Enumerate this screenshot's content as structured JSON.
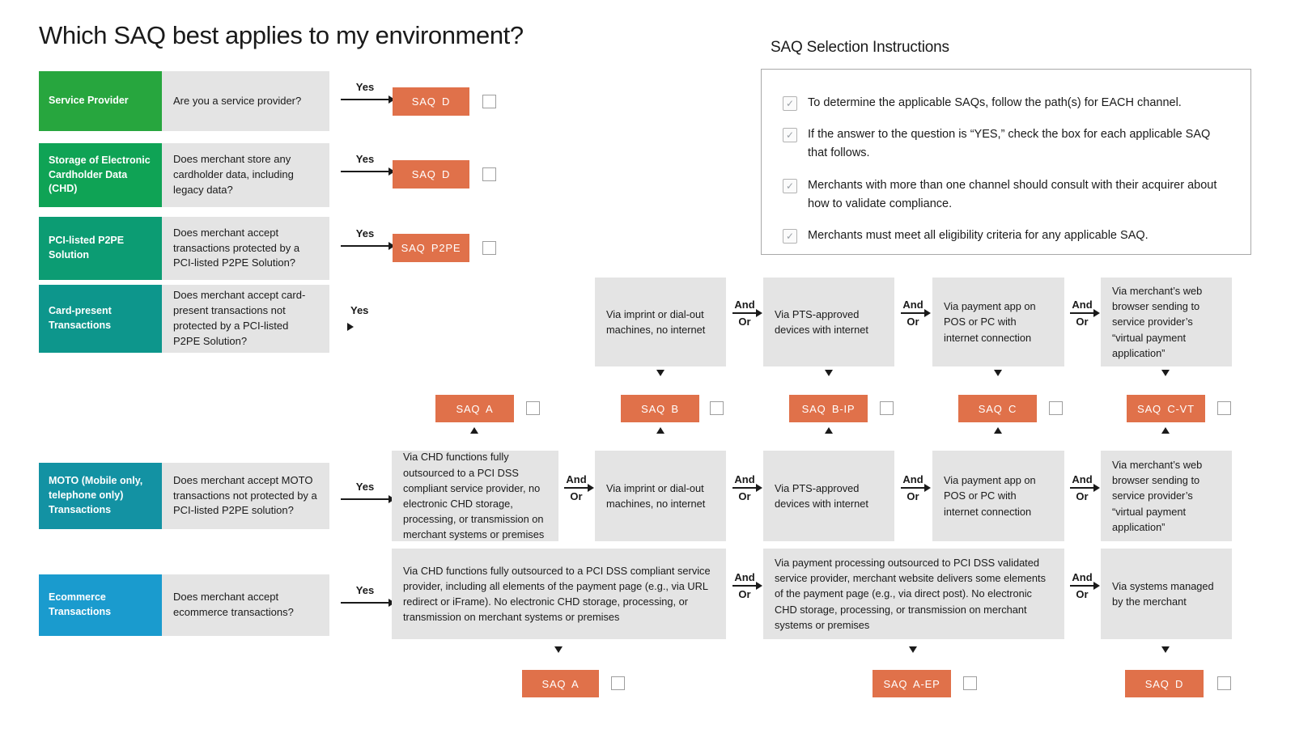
{
  "title": "Which SAQ best applies to my environment?",
  "labels": {
    "yes": "Yes",
    "and": "And",
    "or": "Or"
  },
  "colors": {
    "service_provider": "#27A63E",
    "storage_chd": "#0FA355",
    "p2pe": "#0C9C73",
    "card_present": "#0D968C",
    "moto": "#1392A3",
    "ecommerce": "#1A9BCE",
    "saq_box": "#E0714A",
    "channel_box": "#E4E4E4"
  },
  "instructions": {
    "title": "SAQ Selection Instructions",
    "check_glyph": "✓",
    "items": [
      "To determine the applicable SAQs, follow the path(s) for EACH channel.",
      "If the answer to the question is “YES,” check the box for each applicable SAQ that follows.",
      "Merchants with more than one channel should consult with their acquirer about how to validate compliance.",
      "Merchants must meet all eligibility criteria for any applicable SAQ."
    ]
  },
  "simple_rows": [
    {
      "label": "Service Provider",
      "question": "Are you a service provider?",
      "saq": "SAQ D"
    },
    {
      "label": "Storage of Electronic Cardholder Data (CHD)",
      "question": "Does merchant store any cardholder data, including legacy data?",
      "saq": "SAQ D"
    },
    {
      "label": "PCI-listed P2PE Solution",
      "question": "Does merchant accept transactions protected by a PCI-listed P2PE Solution?",
      "saq": "SAQ P2PE"
    }
  ],
  "card_present": {
    "label": "Card-present Transactions",
    "question": "Does merchant accept card-present transactions not protected by a PCI-listed P2PE Solution?"
  },
  "channels": [
    "Via imprint or dial-out machines, no internet",
    "Via PTS-approved devices with internet",
    "Via payment app on POS or PC with internet connection",
    "Via merchant’s web browser sending to service provider’s “virtual payment application”"
  ],
  "mid_saqs": [
    "SAQ A",
    "SAQ B",
    "SAQ B-IP",
    "SAQ C",
    "SAQ C-VT"
  ],
  "moto": {
    "label": "MOTO (Mobile only, telephone only) Transactions",
    "question": "Does merchant accept MOTO transactions not protected by a PCI-listed P2PE solution?",
    "outsourced": "Via CHD functions fully outsourced to a PCI DSS compliant service provider, no electronic CHD storage, processing, or transmission on merchant systems or premises"
  },
  "ecommerce": {
    "label": "Ecommerce Transactions",
    "question": "Does merchant accept ecommerce transactions?",
    "channels": [
      "Via CHD functions fully outsourced to a PCI DSS compliant service provider, including all elements of the payment page (e.g., via URL redirect or iFrame). No electronic CHD storage, processing, or transmission on merchant systems or premises",
      "Via payment processing outsourced to PCI DSS validated service provider, merchant website delivers some elements of the payment page (e.g., via direct post). No electronic CHD storage, processing, or transmission on merchant systems or premises",
      "Via systems managed by the merchant"
    ]
  },
  "bottom_saqs": [
    "SAQ A",
    "SAQ A-EP",
    "SAQ D"
  ]
}
